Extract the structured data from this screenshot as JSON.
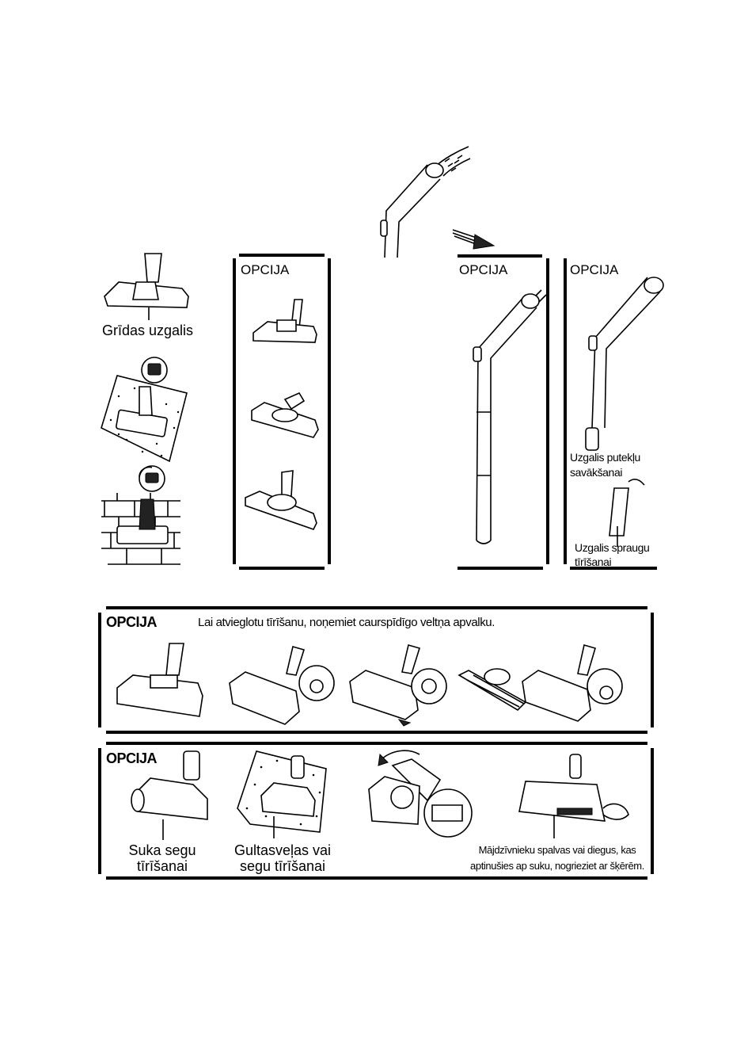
{
  "top_panels": {
    "floor_nozzle_label": "Grīdas uzgalis",
    "option_panel_a_title": "OPCIJA",
    "option_panel_b_title": "OPCIJA",
    "option_panel_c_title": "OPCIJA",
    "dust_nozzle_label_line1": "Uzgalis putekļu",
    "dust_nozzle_label_line2": "savākšanai",
    "crevice_nozzle_label_line1": "Uzgalis spraugu",
    "crevice_nozzle_label_line2": "tīrīšanai"
  },
  "brush_option": {
    "title": "OPCIJA",
    "instruction": "Lai atvieglotu tīrīšanu, noņemiet caurspīdīgo veltņa apvalku."
  },
  "turbo_option": {
    "title": "OPCIJA",
    "rug_brush_line1": "Suka segu",
    "rug_brush_line2": "tīrīšanai",
    "bed_line1": "Gultasveļas vai",
    "bed_line2": "segu tīrīšanai",
    "hair_line1": "Mājdzīvnieku spalvas vai diegus, kas",
    "hair_line2": "aptinušies ap suku, nogrieziet ar šķērēm."
  }
}
